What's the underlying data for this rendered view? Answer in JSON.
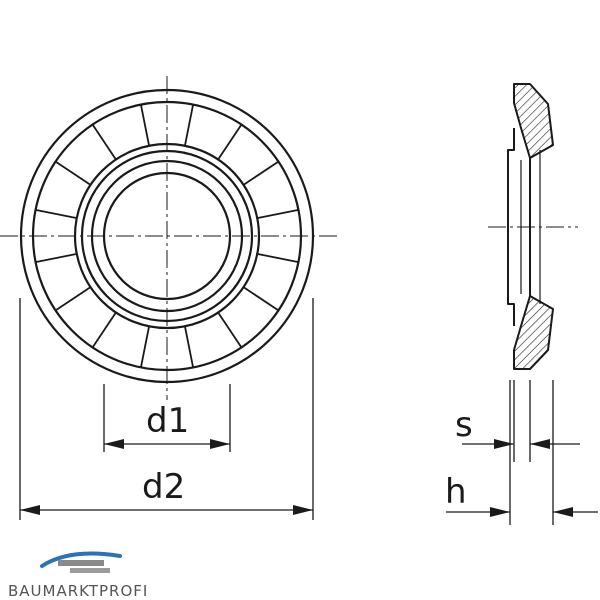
{
  "labels": {
    "d1": "d1",
    "d2": "d2",
    "s": "s",
    "h": "h"
  },
  "logo": {
    "text": "BAUMARKTPROFI"
  },
  "colors": {
    "line": "#1a1a1a",
    "logo_blue": "#2b73b8",
    "logo_gray": "#666666"
  }
}
